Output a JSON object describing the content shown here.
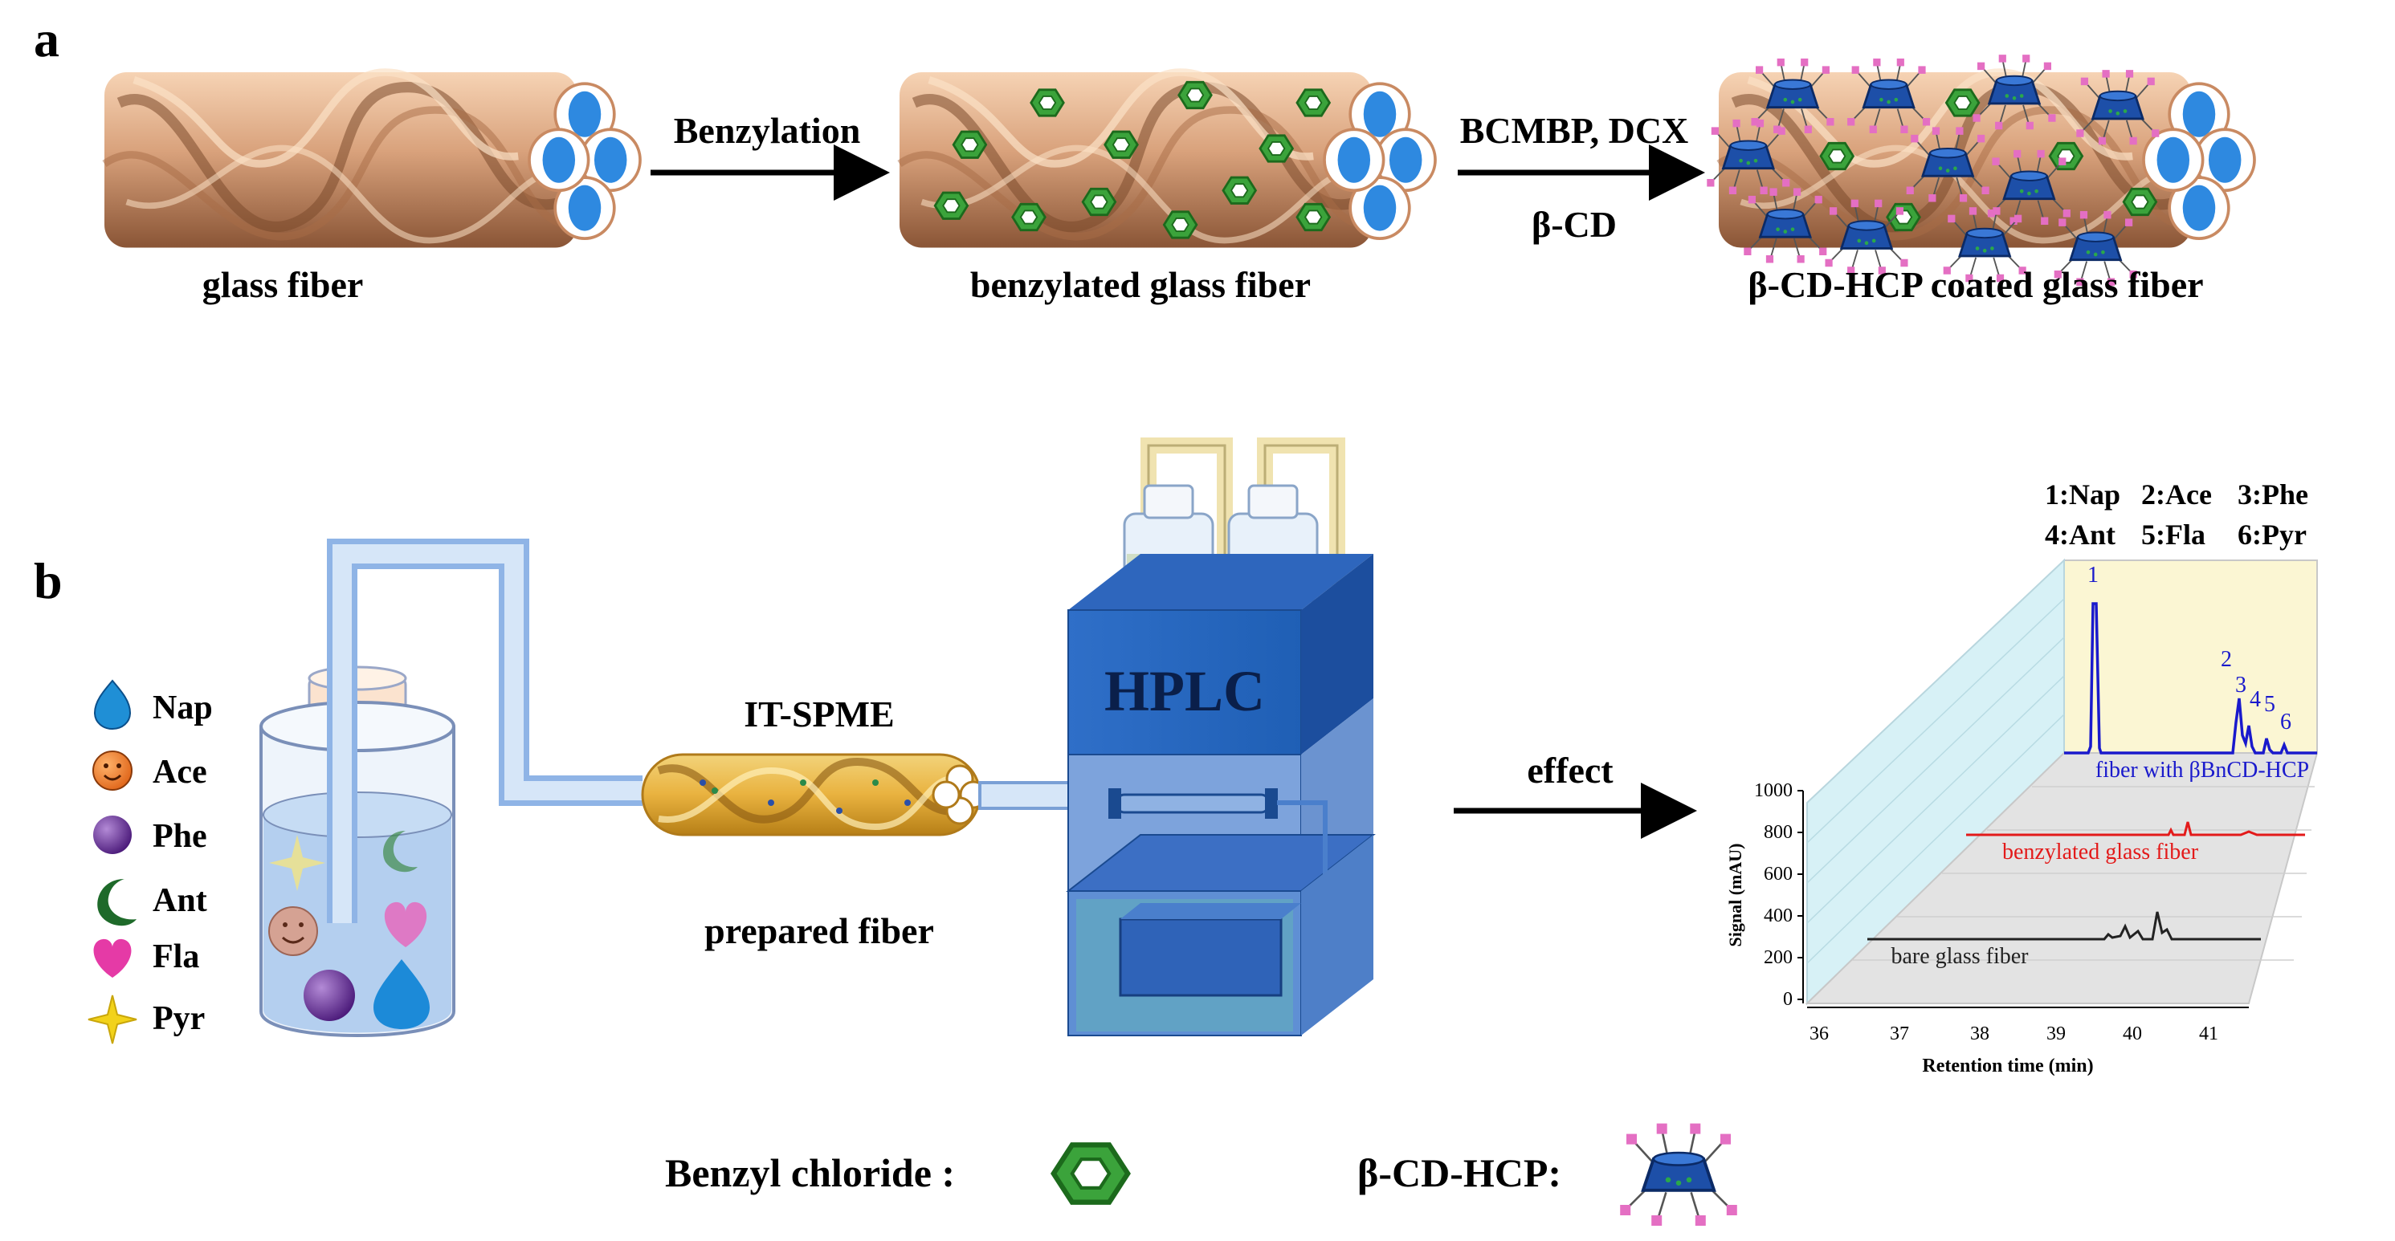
{
  "panel_a": {
    "label": "a",
    "stages": [
      {
        "caption": "glass fiber"
      },
      {
        "caption": "benzylated glass fiber"
      },
      {
        "caption": "β-CD-HCP coated glass fiber"
      }
    ],
    "arrows": [
      {
        "above": "Benzylation",
        "below": ""
      },
      {
        "above": "BCMBP, DCX",
        "below": "β-CD"
      }
    ]
  },
  "panel_b": {
    "label": "b",
    "analytes": [
      "Nap",
      "Ace",
      "Phe",
      "Ant",
      "Fla",
      "Pyr"
    ],
    "itspme_label": "IT-SPME",
    "prepared_fiber_label": "prepared fiber",
    "hplc_label": "HPLC",
    "effect_label": "effect",
    "peak_legend": [
      "1:Nap",
      "2:Ace",
      "3:Phe",
      "4:Ant",
      "5:Fla",
      "6:Pyr"
    ],
    "peak_numbers": [
      "1",
      "2",
      "3",
      "4",
      "5",
      "6"
    ],
    "traces": [
      {
        "name": "fiber with βBnCD-HCP",
        "color": "#1a1acc"
      },
      {
        "name": "benzylated glass fiber",
        "color": "#e31a1a"
      },
      {
        "name": "bare glass fiber",
        "color": "#222222"
      }
    ],
    "y_axis": {
      "label": "Signal (mAU)",
      "ticks": [
        "1000",
        "800",
        "600",
        "400",
        "200",
        "0"
      ]
    },
    "x_axis": {
      "label": "Retention time (min)",
      "ticks": [
        "36",
        "37",
        "38",
        "39",
        "40",
        "41"
      ]
    }
  },
  "legend": {
    "benzyl_chloride": "Benzyl chloride :",
    "bcd_hcp": "β-CD-HCP:"
  }
}
